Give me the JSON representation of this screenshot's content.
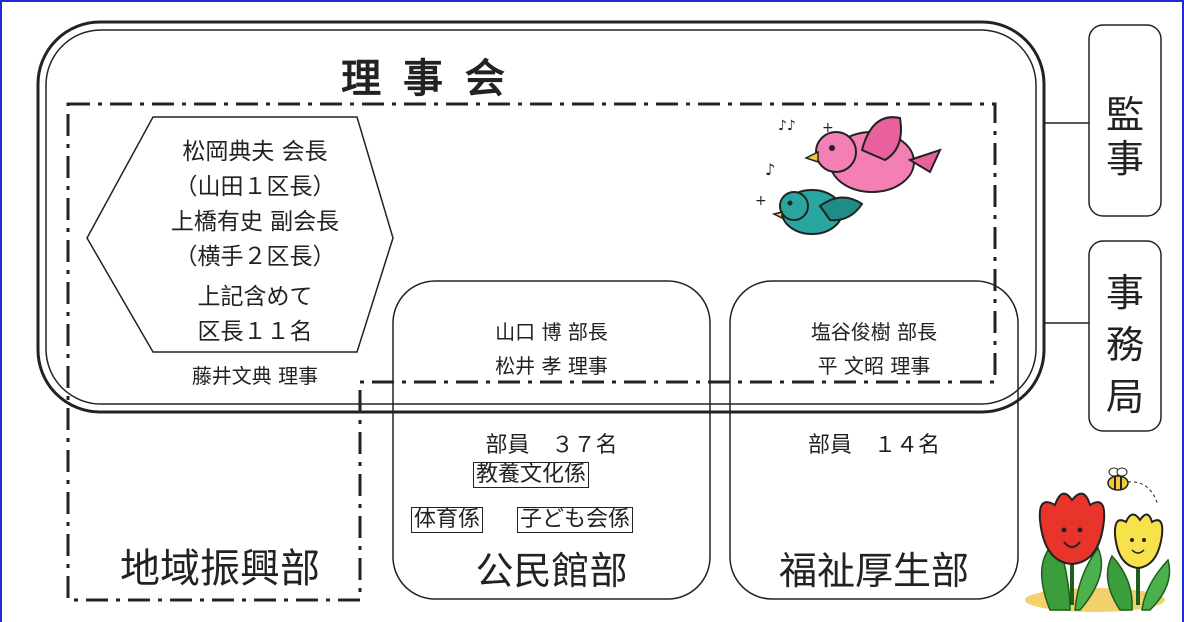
{
  "board": {
    "title": "理 事 会"
  },
  "leadership": {
    "lines": [
      "松岡典夫 会長",
      "（山田１区長）",
      "上橋有史 副会長",
      "（横手２区長）",
      "上記含めて",
      "区長１１名"
    ],
    "director": "藤井文典 理事"
  },
  "auditor": {
    "label_1": "監",
    "label_2": "事"
  },
  "secretariat": {
    "label_1": "事",
    "label_2": "務",
    "label_3": "局"
  },
  "kominkan": {
    "head": "山口 博 部長",
    "director": "松井 孝 理事",
    "members": "部員　３７名",
    "group_1": "教養文化係",
    "group_2": "体育係",
    "group_3": "子ども会係",
    "name": "公民館部"
  },
  "welfare": {
    "head": "塩谷俊樹 部長",
    "director": "平 文昭 理事",
    "members": "部員　１４名",
    "name": "福祉厚生部"
  },
  "regional": {
    "name": "地域振興部"
  }
}
